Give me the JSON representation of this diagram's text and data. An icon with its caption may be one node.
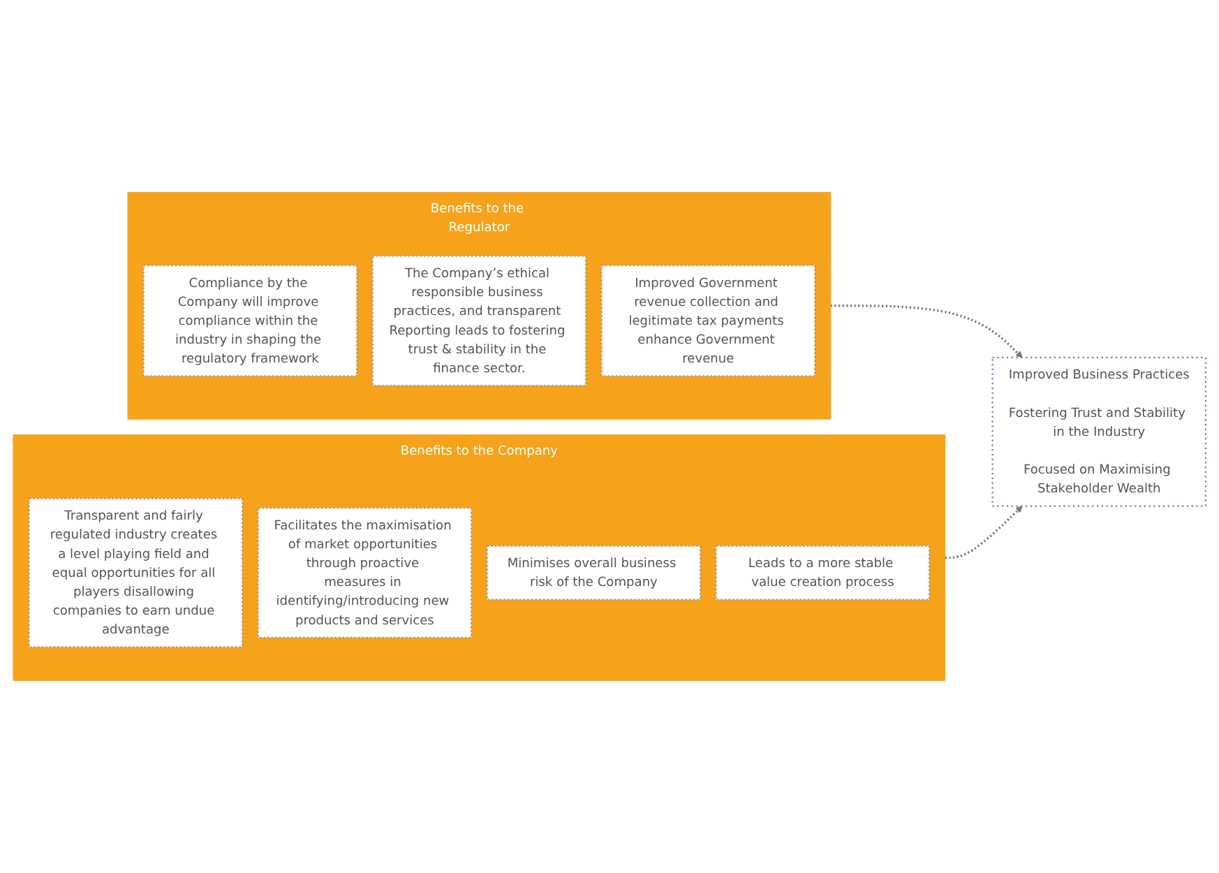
{
  "diagram": {
    "nodes": [
      {
        "text": [
          "Benefits to the Regulator"
        ]
      },
      {
        "text": [
          "Compliance by the Company will improve compliance within the industry in shaping the regulatory framework"
        ],
        "in": 0
      },
      {
        "text": [
          "The Company’s ethical responsible business practices, and transparent Reporting leads to fostering trust & stability in the finance sector."
        ],
        "in": 0
      },
      {
        "text": [
          "Improved Government revenue collection and legitimate tax payments enhance Government revenue"
        ],
        "in": 0
      },
      {
        "text": [
          "Improved Business Practices",
          "Fostering Trust and Stability in the Industry",
          "Focused on Maximising Stakeholder Wealth"
        ]
      },
      {
        "text": [
          "Benefits to the Company"
        ]
      },
      {
        "text": [
          "Transparent and fairly regulated industry creates a level playing field and equal opportunities for all players disallowing companies to earn undue advantage"
        ],
        "in": 5
      },
      {
        "text": [
          "Facilitates the maximisation of market opportunities through proactive measures in identifying/introducing new products and services"
        ],
        "in": 5
      },
      {
        "text": [
          "Minimises overall business risk of the Company"
        ],
        "in": 5
      },
      {
        "text": [
          "Leads to a more stable value creation process"
        ],
        "in": 5
      }
    ],
    "edges": [
      {
        "from": 0,
        "to": 4,
        "arrow": "to",
        "style": "dashed"
      },
      {
        "from": 5,
        "to": 4,
        "arrow": "to",
        "style": "dashed"
      }
    ]
  }
}
